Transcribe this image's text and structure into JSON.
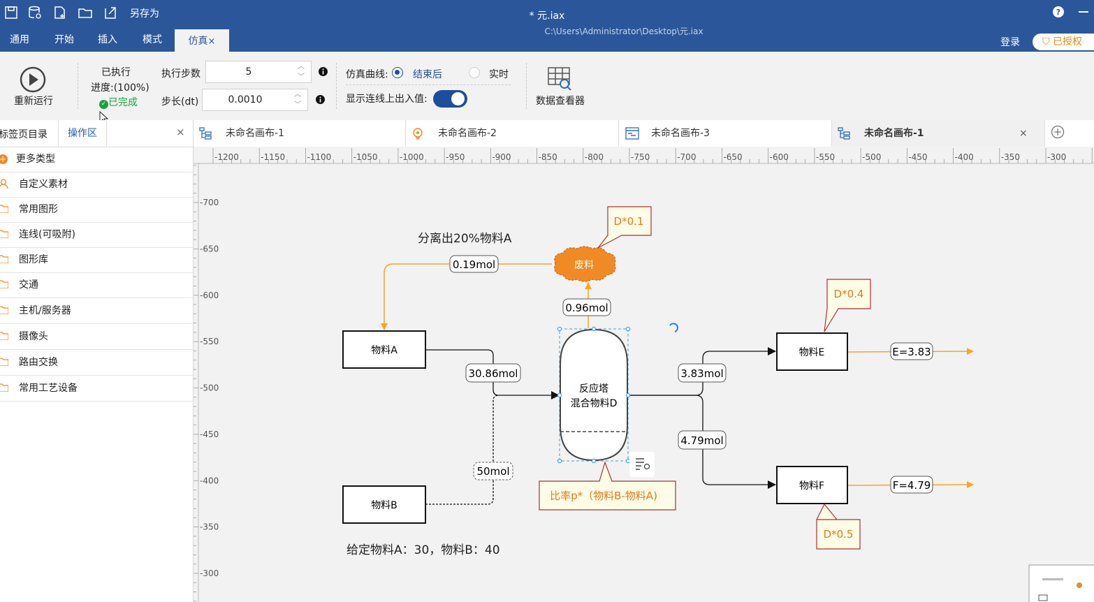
{
  "window": {
    "doc_title": "*  元.iax",
    "doc_path": "C:\\Users\\Administrator\\Desktop\\元.iax",
    "save_as": "另存为",
    "login": "登录",
    "licensed": "已授权",
    "help_icon": "question-circle-icon",
    "minimize_icon": "minimize-icon"
  },
  "menu_tabs": [
    "通用",
    "开始",
    "插入",
    "模式",
    "仿真"
  ],
  "ribbon": {
    "rerun_label": "重新运行",
    "executed_label": "已执行",
    "progress_label": "进度:(100%)",
    "progress_value": 1.0,
    "status_label": "已完成",
    "steps_label": "执行步数",
    "steps_value": "5",
    "dt_label": "步长(dt)",
    "dt_value": "0.0010",
    "curve_label": "仿真曲线:",
    "curve_option_after": "结束后",
    "curve_option_realtime": "实时",
    "curve_selected": "结束后",
    "show_values_label": "显示连线上出入值:",
    "show_values_on": true,
    "data_viewer_label": "数据查看器",
    "accent": "#2b579a",
    "toggle_color": "#1e4d9c"
  },
  "side_panel": {
    "tabs": [
      "标签页目录",
      "操作区"
    ],
    "active_tab": "操作区",
    "items": [
      "更多类型",
      "自定义素材",
      "常用图形",
      "连线(可吸附)",
      "图形库",
      "交通",
      "主机/服务器",
      "摄像头",
      "路由交换",
      "常用工艺设备"
    ]
  },
  "canvas_tabs": [
    {
      "label": "未命名画布-1",
      "active": false
    },
    {
      "label": "未命名画布-2",
      "active": false
    },
    {
      "label": "未命名画布-3",
      "active": false
    },
    {
      "label": "未命名画布-1",
      "active": true
    }
  ],
  "ruler": {
    "x_ticks": [
      "-1200",
      "-1150",
      "-1100",
      "-1050",
      "-1000",
      "-950",
      "-900",
      "-850",
      "-800",
      "-750",
      "-700",
      "-650",
      "-600",
      "-550",
      "-500",
      "-450",
      "-400",
      "-350",
      "-300"
    ],
    "y_ticks": [
      "-700",
      "-650",
      "-600",
      "-550",
      "-500",
      "-450",
      "-400",
      "-350",
      "-300"
    ]
  },
  "diagram": {
    "note_separate": "分离出20%物料A",
    "waste_label": "废料",
    "reactor_line1": "反应塔",
    "reactor_line2": "混合物料D",
    "material_a": "物料A",
    "material_b": "物料B",
    "material_e": "物料E",
    "material_f": "物料F",
    "flow_a_return": "0.19mol",
    "flow_waste": "0.96mol",
    "flow_a_in": "30.86mol",
    "flow_b_in": "50mol",
    "flow_e": "3.83mol",
    "flow_f": "4.79mol",
    "out_e": "E=3.83",
    "out_f": "F=4.79",
    "callout_waste": "D*0.1",
    "callout_e": "D*0.4",
    "callout_f": "D*0.5",
    "callout_reactor": "比率p*（物料B-物料A)",
    "given": "给定物料A：30，物料B：40",
    "orange": "#f5a623",
    "waste_color": "#f08a24",
    "callout_border": "#a83232",
    "callout_bg": "#fffce6",
    "callout_text": "#e07b1f"
  }
}
